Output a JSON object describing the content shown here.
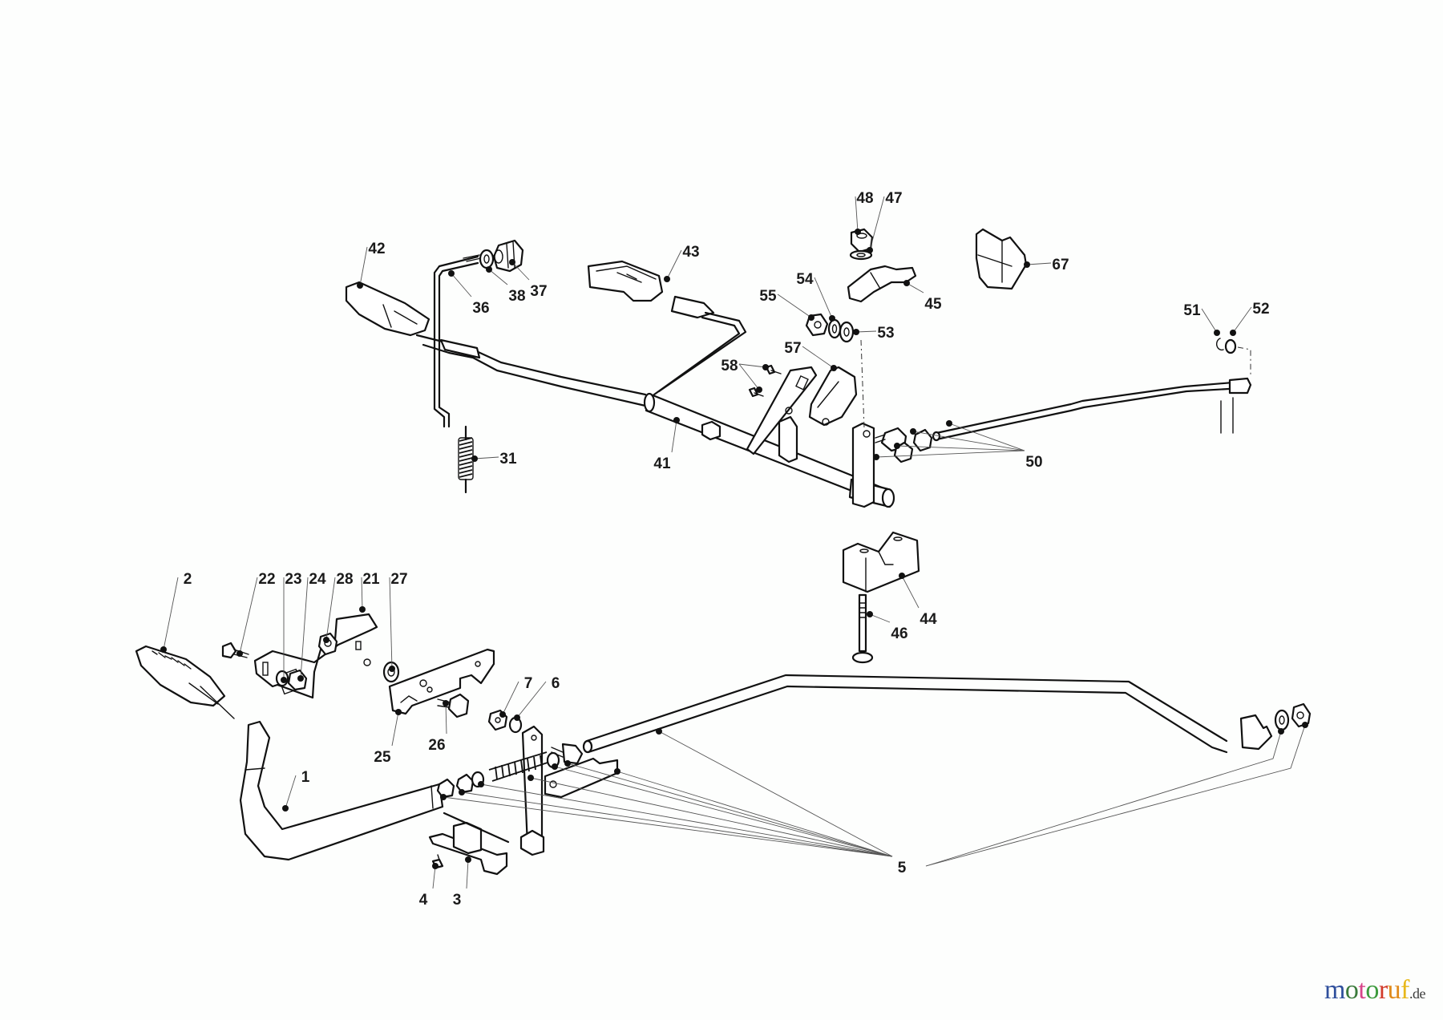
{
  "diagram": {
    "title": "Exploded parts diagram - pedal and linkage assembly",
    "callouts": [
      {
        "id": "1"
      },
      {
        "id": "2"
      },
      {
        "id": "3"
      },
      {
        "id": "4"
      },
      {
        "id": "5"
      },
      {
        "id": "6"
      },
      {
        "id": "7"
      },
      {
        "id": "21"
      },
      {
        "id": "22"
      },
      {
        "id": "23"
      },
      {
        "id": "24"
      },
      {
        "id": "25"
      },
      {
        "id": "26"
      },
      {
        "id": "27"
      },
      {
        "id": "28"
      },
      {
        "id": "31"
      },
      {
        "id": "36"
      },
      {
        "id": "37"
      },
      {
        "id": "38"
      },
      {
        "id": "41"
      },
      {
        "id": "42"
      },
      {
        "id": "43"
      },
      {
        "id": "44"
      },
      {
        "id": "45"
      },
      {
        "id": "46"
      },
      {
        "id": "47"
      },
      {
        "id": "48"
      },
      {
        "id": "50"
      },
      {
        "id": "51"
      },
      {
        "id": "52"
      },
      {
        "id": "53"
      },
      {
        "id": "54"
      },
      {
        "id": "55"
      },
      {
        "id": "57"
      },
      {
        "id": "58"
      },
      {
        "id": "67"
      }
    ]
  },
  "watermark": {
    "letters": [
      {
        "char": "m",
        "color": "#2f4f9c"
      },
      {
        "char": "o",
        "color": "#3a7a3a"
      },
      {
        "char": "t",
        "color": "#d8458a"
      },
      {
        "char": "o",
        "color": "#3c9a3c"
      },
      {
        "char": "r",
        "color": "#d23a2a"
      },
      {
        "char": "u",
        "color": "#e08a1a"
      },
      {
        "char": "f",
        "color": "#e8b81a"
      }
    ],
    "tld": ".de"
  }
}
